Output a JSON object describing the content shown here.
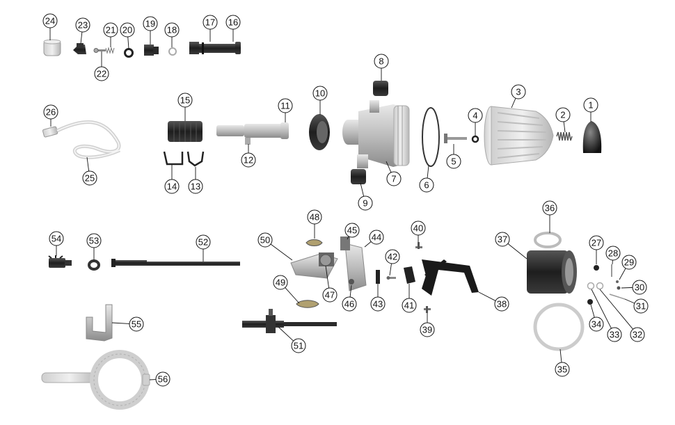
{
  "callouts": [
    "1",
    "2",
    "3",
    "4",
    "5",
    "6",
    "7",
    "8",
    "9",
    "10",
    "11",
    "12",
    "13",
    "14",
    "15",
    "16",
    "17",
    "18",
    "19",
    "20",
    "21",
    "22",
    "23",
    "24",
    "25",
    "26",
    "27",
    "28",
    "29",
    "30",
    "31",
    "32",
    "33",
    "34",
    "35",
    "36",
    "37",
    "38",
    "39",
    "40",
    "41",
    "42",
    "43",
    "44",
    "45",
    "46",
    "47",
    "48",
    "49",
    "50",
    "51",
    "52",
    "53",
    "54",
    "55",
    "56"
  ],
  "colors": {
    "ink": "#111111",
    "part_dark": "#222222",
    "part_mid": "#8a8a8a",
    "part_light": "#d4d4d4"
  }
}
